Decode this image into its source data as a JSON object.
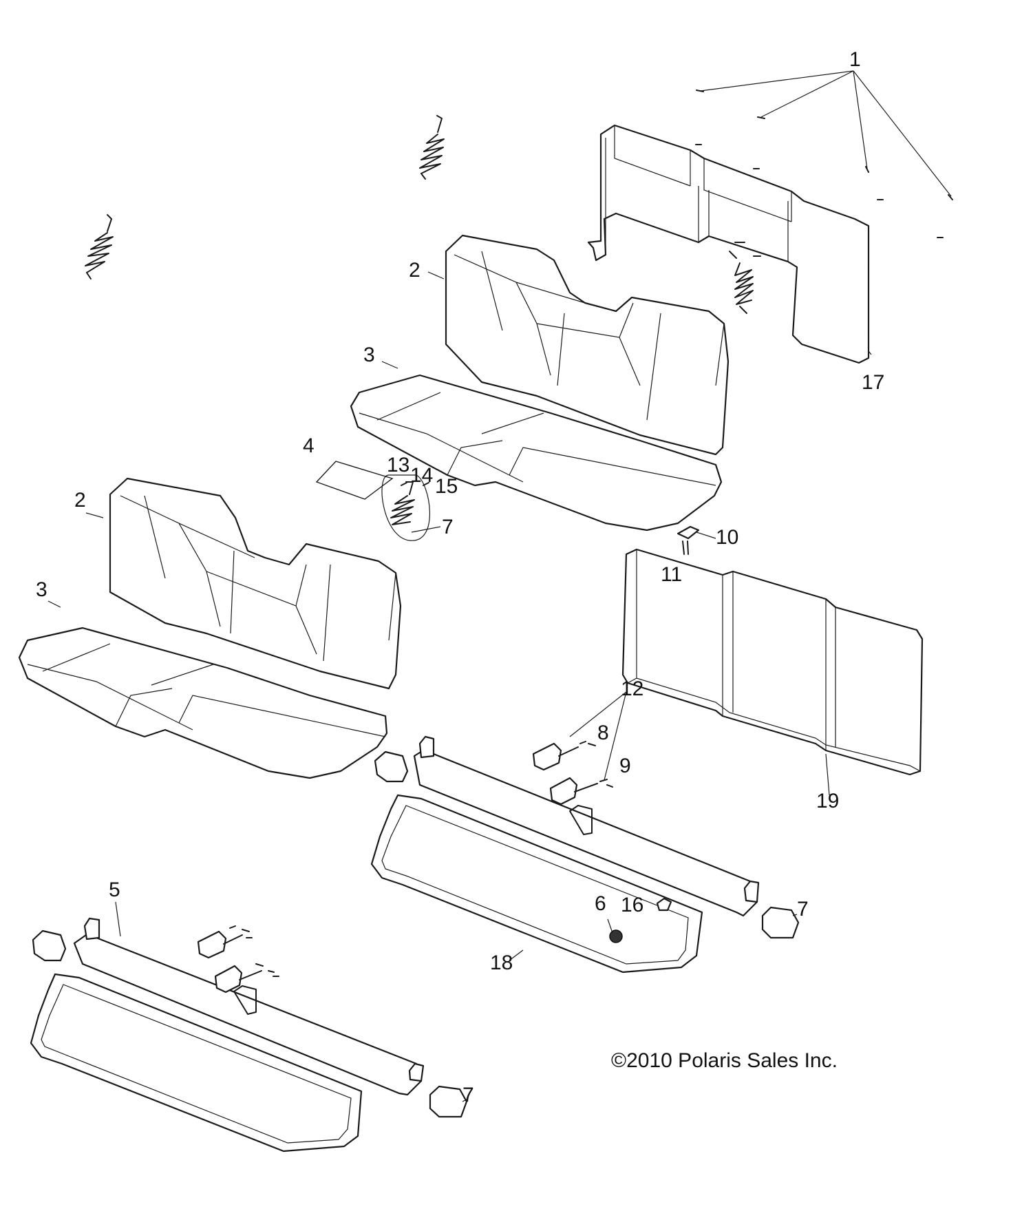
{
  "callouts": {
    "c1": "1",
    "c2a": "2",
    "c2b": "2",
    "c3a": "3",
    "c3b": "3",
    "c4": "4",
    "c5": "5",
    "c6": "6",
    "c7a": "7",
    "c7b": "7",
    "c7c": "7",
    "c8": "8",
    "c9": "9",
    "c10": "10",
    "c11": "11",
    "c12": "12",
    "c13": "13",
    "c14": "14",
    "c15": "15",
    "c16": "16",
    "c17": "17",
    "c18": "18",
    "c19": "19"
  },
  "copyright": "©2010 Polaris Sales Inc."
}
